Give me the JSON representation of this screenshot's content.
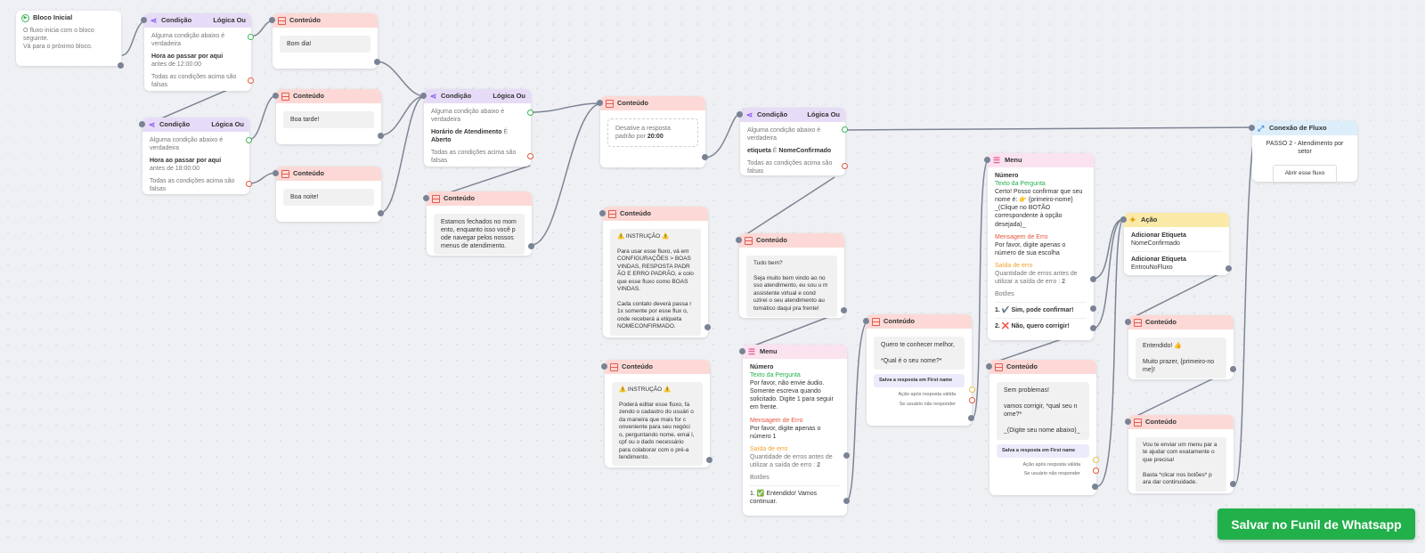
{
  "start": {
    "title": "Bloco Inicial",
    "text": "O fluxo inicia com o bloco seguinte.\nVá para o próximo bloco."
  },
  "labels": {
    "condicao": "Condição",
    "logica": "Lógica Ou",
    "conteudo": "Conteúdo",
    "menu": "Menu",
    "acao": "Ação",
    "alguma": "Alguma condição abaixo é verdadeira",
    "todas": "Todas as condições acima são falsas",
    "numero": "Número",
    "texto_pergunta": "Texto da Pergunta",
    "msg_erro": "Mensagem de Erro",
    "saida_erro": "Saída de erro",
    "botoes": "Botões",
    "salva": "Salva a resposta em First name",
    "acao_valida": "Ação após resposta válida",
    "nao_responder": "Se usuário não responder",
    "adicionar_etiqueta": "Adicionar Etiqueta"
  },
  "cond1": {
    "rule_bold": "Hora ao passar por aqui",
    "rule_text": "antes de 12:00:00"
  },
  "cond2": {
    "rule_bold": "Hora ao passar por aqui",
    "rule_text": "antes de 18:00:00"
  },
  "cond3": {
    "rule_bold": "Horário de Atendimento",
    "rule_text": "É",
    "rule_bold2": "Aberto"
  },
  "cond4": {
    "rule_bold": "etiqueta",
    "rule_text": "É",
    "rule_bold2": "NomeConfirmado"
  },
  "c_bomdia": {
    "text": "Bom dia!"
  },
  "c_boatarde": {
    "text": "Boa tarde!"
  },
  "c_boanoite": {
    "text": "Boa noite!"
  },
  "c_fechados": {
    "text": "Estamos fechados no mom\nento, enquanto isso você p\node navegar pelos nossos\nmenus de atendimento."
  },
  "c_desative": {
    "text": "Desative a resposta padrão por",
    "bold": "20:00"
  },
  "c_instr1": {
    "text": "⚠️ INSTRUÇÃO ⚠️\n\nPara usar esse fluxo, vá em CONFIGURAÇÕES > BOAS VINDAS, RESPOSTA PADR ÃO E ERRO PADRÃO, e colo que esse fluxo como BOAS VINDAS.\n\nCada contato deverá passa r 1x somente por esse flux o, onde receberá a etiqueta NOMECONFIRMADO."
  },
  "c_instr2": {
    "text": "⚠️ INSTRUÇÃO ⚠️\n\nPoderá editar esse fluxo, fa zendo o cadastro do usuári o da maneira que mais for c onveniente para seu negóci o, perguntando nome, emai l, cpf ou o dado necessário para colaborar com o pré-a tendimento."
  },
  "c_tudobem": {
    "text": "Tudo bem?\n\nSeja muito bem vindo ao no sso atendimento, eu sou u m assistente virtual e cond uzirei o seu atendimento au tomático daqui pra frente!"
  },
  "menu1": {
    "pergunta": "Por favor, não envie áudio. Somente escreva quando solicitado. Digite 1 para seguir em frente.",
    "erro": "Por favor, digite apenas o número 1",
    "saida": "Quantidade de erros antes de utilizar a saída de erro :",
    "saida_n": "2",
    "btn1": "1. ✅ Entendido! Vamos continuar."
  },
  "c_conhecer": {
    "text": "Quero te conhecer melhor,\n\n*Qual é o seu nome?*"
  },
  "menu2": {
    "pergunta": "Certo! Posso confirmar que seu nome é: 👉 {primeiro-nome} _(Clique no BOTÃO correspondente à opção desejada)_",
    "erro": "Por favor, digite apenas o número de sua escolha",
    "saida": "Quantidade de erros antes de utilizar a saída de erro :",
    "saida_n": "2",
    "btn1": "1. ✔️ Sim, pode confirmar!",
    "btn2": "2. ❌ Não, quero corrigir!"
  },
  "c_semprob": {
    "text": "Sem problemas!\n\nvamos corrigir, *qual seu n ome?*\n\n_(Digite seu nome abaixo)_"
  },
  "acao": {
    "tag1": "NomeConfirmado",
    "tag2": "EntrouNoFluxo"
  },
  "c_entendido": {
    "text": "Entendido! 👍\n\nMuito prazer, {primeiro-no me}!"
  },
  "c_voute": {
    "text": "Vou te enviar um menu par a te ajudar com exatamente o que precisa!\n\nBasta *clicar nos botões* p ara dar continuidade."
  },
  "conexao": {
    "title": "Conexão de Fluxo",
    "text": "PASSO 2 - Atendimento por setor",
    "button": "Abrir esse fluxo"
  },
  "save_button": "Salvar no Funil de Whatsapp"
}
